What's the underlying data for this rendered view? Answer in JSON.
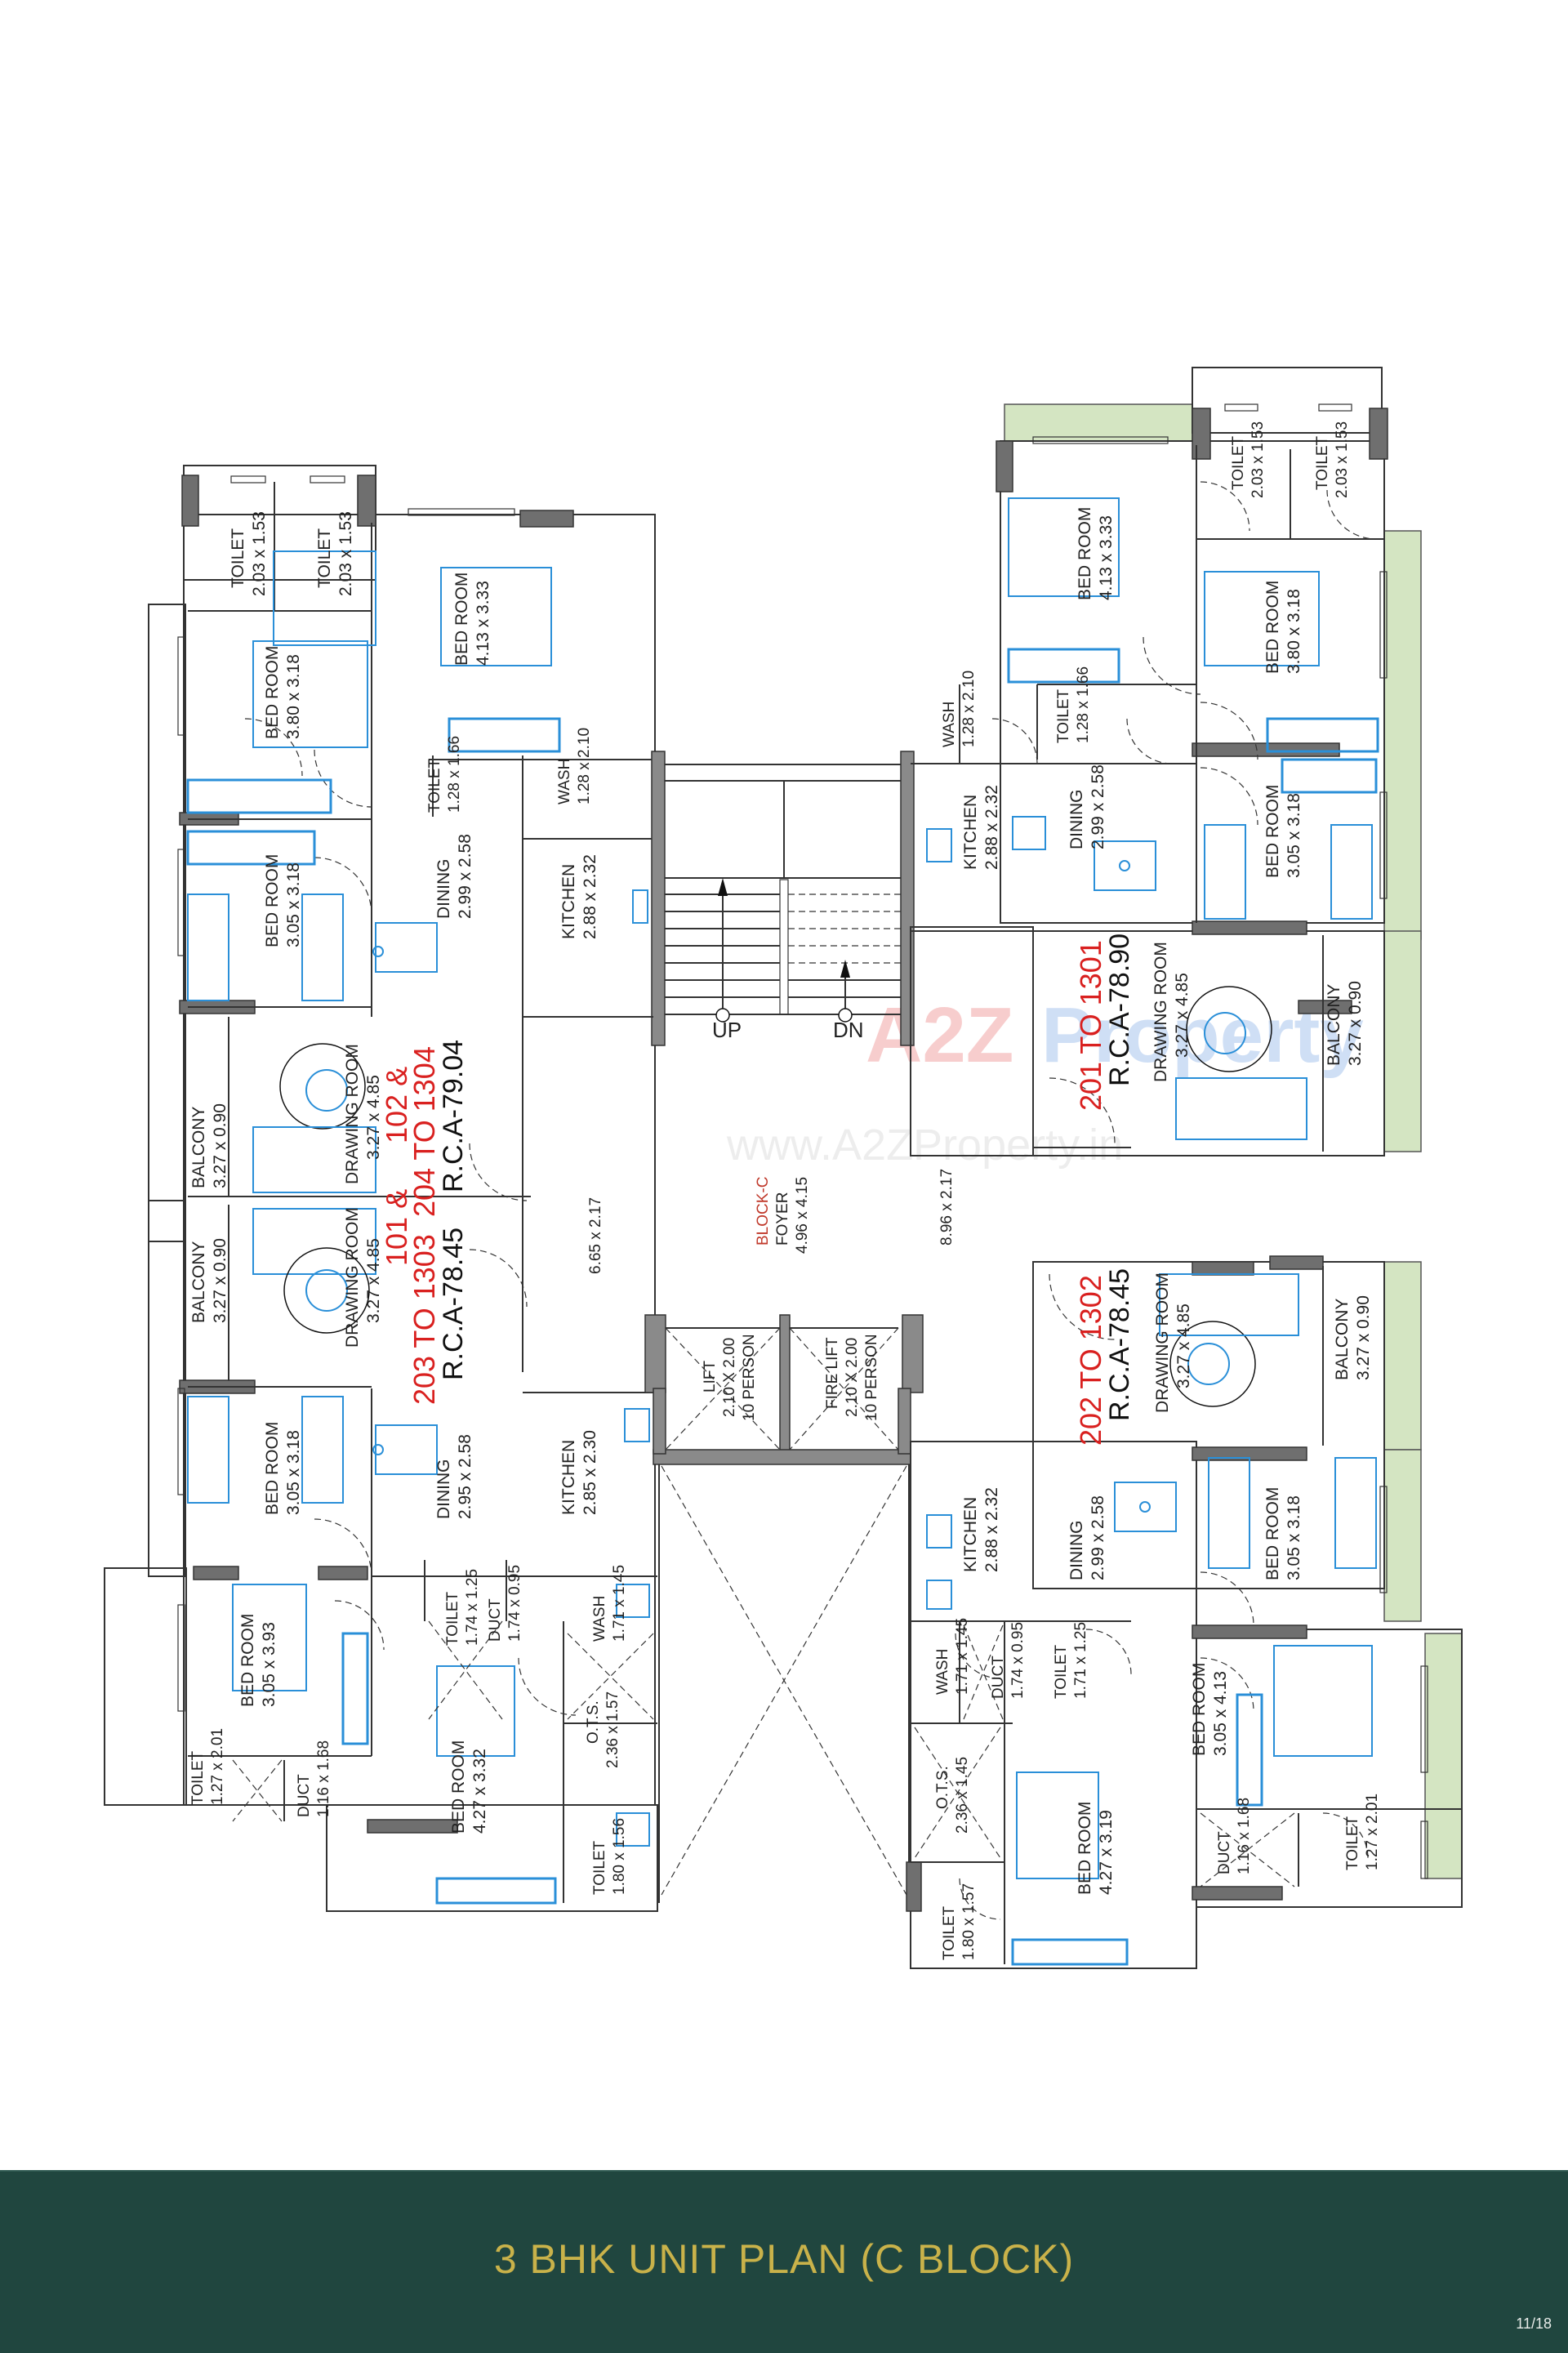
{
  "page": {
    "title": "3 BHK UNIT PLAN (C BLOCK)",
    "page_number": "11/18",
    "colors": {
      "footer_bg": "#20463f",
      "title_text": "#c9b24a",
      "unit_label_red": "#d9201f",
      "furniture_blue": "#2a8fd8",
      "balcony_green": "#d4e5c2",
      "wall_grey": "#8a8a8a"
    }
  },
  "watermark": {
    "logo_text": "A2Z Property",
    "url_text": "www.A2ZProperty.in"
  },
  "core": {
    "block_label": "BLOCK-C",
    "foyer": {
      "name": "FOYER",
      "size": "4.96 x 4.15"
    },
    "lobby_left": {
      "size": "6.65 x 2.17"
    },
    "lobby_right": {
      "size": "8.96 x 2.17"
    },
    "stairs": {
      "up_label": "UP",
      "down_label": "DN"
    },
    "lift": {
      "name": "LIFT",
      "size": "2.10 X 2.00",
      "capacity": "10 PERSON"
    },
    "fire_lift": {
      "name": "FIRE LIFT",
      "size": "2.10 X 2.00",
      "capacity": "10 PERSON"
    }
  },
  "units": [
    {
      "id": "unit-102-204-1304",
      "label_line1": "102 &",
      "label_line2": "204 TO 1304",
      "rca": "R.C.A-79.04",
      "rooms": [
        {
          "name": "TOILET",
          "size": "2.03 x 1.53"
        },
        {
          "name": "TOILET",
          "size": "2.03 x 1.53"
        },
        {
          "name": "BED ROOM",
          "size": "3.80 x 3.18"
        },
        {
          "name": "BED ROOM",
          "size": "4.13 x 3.33"
        },
        {
          "name": "TOILET",
          "size": "1.28 x 1.66"
        },
        {
          "name": "WASH",
          "size": "1.28 x 2.10"
        },
        {
          "name": "BED ROOM",
          "size": "3.05 x 3.18"
        },
        {
          "name": "DINING",
          "size": "2.99 x 2.58"
        },
        {
          "name": "KITCHEN",
          "size": "2.88 x 2.32"
        },
        {
          "name": "BALCONY",
          "size": "3.27 x 0.90"
        },
        {
          "name": "DRAWING ROOM",
          "size": "3.27 x 4.85"
        }
      ]
    },
    {
      "id": "unit-101-203-1303",
      "label_line1": "101 &",
      "label_line2": "203 TO 1303",
      "rca": "R.C.A-78.45",
      "rooms": [
        {
          "name": "BALCONY",
          "size": "3.27 x 0.90"
        },
        {
          "name": "DRAWING ROOM",
          "size": "3.27 x 4.85"
        },
        {
          "name": "BED ROOM",
          "size": "3.05 x 3.18"
        },
        {
          "name": "DINING",
          "size": "2.95 x 2.58"
        },
        {
          "name": "KITCHEN",
          "size": "2.85 x 2.30"
        },
        {
          "name": "TOILET",
          "size": "1.74 x 1.25"
        },
        {
          "name": "DUCT",
          "size": "1.74 x 0.95"
        },
        {
          "name": "WASH",
          "size": "1.71 x 1.45"
        },
        {
          "name": "BED ROOM",
          "size": "3.05 x 3.93"
        },
        {
          "name": "BED ROOM",
          "size": "4.27 x 3.32"
        },
        {
          "name": "O.T.S.",
          "size": "2.36 x 1.57"
        },
        {
          "name": "TOILET",
          "size": "1.27 x 2.01"
        },
        {
          "name": "DUCT",
          "size": "1.16 x 1.68"
        },
        {
          "name": "TOILET",
          "size": "1.80 x 1.56"
        }
      ]
    },
    {
      "id": "unit-201-1301",
      "label_line1": "",
      "label_line2": "201 TO 1301",
      "rca": "R.C.A-78.90",
      "rooms": [
        {
          "name": "BED ROOM",
          "size": "4.13 x 3.33"
        },
        {
          "name": "TOILET",
          "size": "2.03 x 1.53"
        },
        {
          "name": "TOILET",
          "size": "2.03 x 1.53"
        },
        {
          "name": "BED ROOM",
          "size": "3.80 x 3.18"
        },
        {
          "name": "WASH",
          "size": "1.28 x 2.10"
        },
        {
          "name": "TOILET",
          "size": "1.28 x 1.66"
        },
        {
          "name": "KITCHEN",
          "size": "2.88 x 2.32"
        },
        {
          "name": "DINING",
          "size": "2.99 x 2.58"
        },
        {
          "name": "BED ROOM",
          "size": "3.05 x 3.18"
        },
        {
          "name": "DRAWING ROOM",
          "size": "3.27 x 4.85"
        },
        {
          "name": "BALCONY",
          "size": "3.27 x 0.90"
        }
      ]
    },
    {
      "id": "unit-202-1302",
      "label_line1": "",
      "label_line2": "202 TO 1302",
      "rca": "R.C.A-78.45",
      "rooms": [
        {
          "name": "DRAWING ROOM",
          "size": "3.27 x 4.85"
        },
        {
          "name": "BALCONY",
          "size": "3.27 x 0.90"
        },
        {
          "name": "KITCHEN",
          "size": "2.88 x 2.32"
        },
        {
          "name": "DINING",
          "size": "2.99 x 2.58"
        },
        {
          "name": "BED ROOM",
          "size": "3.05 x 3.18"
        },
        {
          "name": "WASH",
          "size": "1.71 x 1.45"
        },
        {
          "name": "DUCT",
          "size": "1.74 x 0.95"
        },
        {
          "name": "TOILET",
          "size": "1.71 x 1.25"
        },
        {
          "name": "BED ROOM",
          "size": "3.05 x 4.13"
        },
        {
          "name": "O.T.S.",
          "size": "2.36 x 1.45"
        },
        {
          "name": "BED ROOM",
          "size": "4.27 x 3.19"
        },
        {
          "name": "DUCT",
          "size": "1.16 x 1.68"
        },
        {
          "name": "TOILET",
          "size": "1.27 x 2.01"
        },
        {
          "name": "TOILET",
          "size": "1.80 x 1.57"
        }
      ]
    }
  ]
}
